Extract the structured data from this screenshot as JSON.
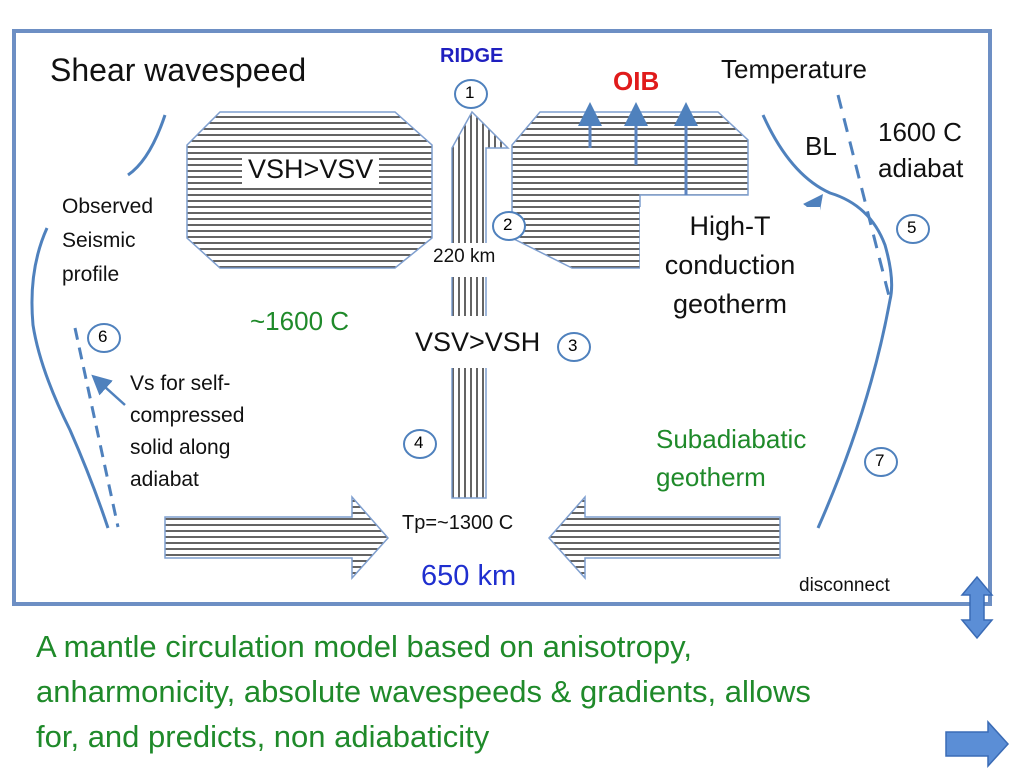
{
  "diagram": {
    "left_title": "Shear wavespeed",
    "right_title": "Temperature",
    "ridge": "RIDGE",
    "oib": "OIB",
    "vsh_vsv": "VSH>VSV",
    "vsv_vsh": "VSV>VSH",
    "depth_220": "220 km",
    "depth_650": "650 km",
    "temp_1600": "~1600 C",
    "tp_1300": "Tp=~1300 C",
    "observed": [
      "Observed",
      "Seismic",
      "profile"
    ],
    "vs_self": [
      "Vs for self-",
      "compressed",
      "solid along",
      "adiabat"
    ],
    "bl": "BL",
    "adiabat_1600": [
      "1600 C",
      "adiabat"
    ],
    "high_t": [
      "High-T",
      "conduction",
      "geotherm"
    ],
    "subadiabatic": [
      "Subadiabatic",
      "geotherm"
    ],
    "disconnect": "disconnect",
    "numbers": [
      "1",
      "2",
      "3",
      "4",
      "5",
      "6",
      "7"
    ]
  },
  "caption": [
    "A mantle circulation model based on anisotropy,",
    "anharmonicity, absolute wavespeeds & gradients, allows",
    "for, and predicts, non adiabaticity"
  ],
  "colors": {
    "frame": "#4f81bd",
    "ridge": "#1f1fbf",
    "oib": "#e01b1b",
    "green": "#1f8a2a",
    "depth650": "#1f2fcf",
    "arrow_fill": "#5b8ed6"
  }
}
